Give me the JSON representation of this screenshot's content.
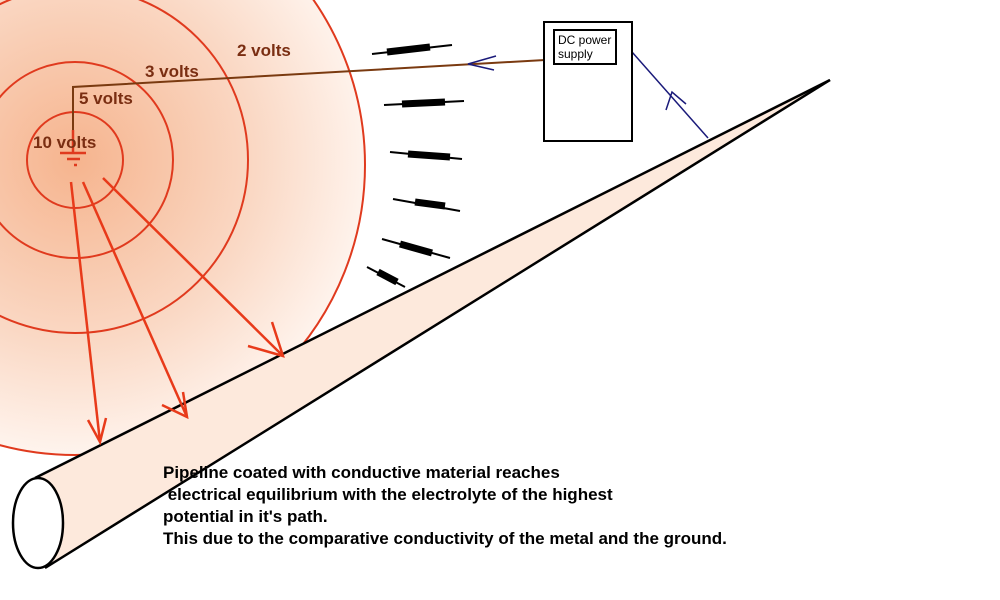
{
  "labels": {
    "v10": "10 volts",
    "v5": "5 volts",
    "v3": "3 volts",
    "v2": "2 volts"
  },
  "power_supply": {
    "label": "DC power supply"
  },
  "caption": {
    "lines": [
      "Pipeline coated with conductive material reaches",
      " electrical equilibrium with the electrolyte of the highest",
      "potential in it's path.",
      "This due to the comparative conductivity of the metal and the ground."
    ]
  },
  "colors": {
    "ring": "#e03a1e",
    "field": "#f6b894",
    "wire": "#7a3a10",
    "blue_wire": "#1a1a7a",
    "pipe_fill": "#fde9dc"
  }
}
